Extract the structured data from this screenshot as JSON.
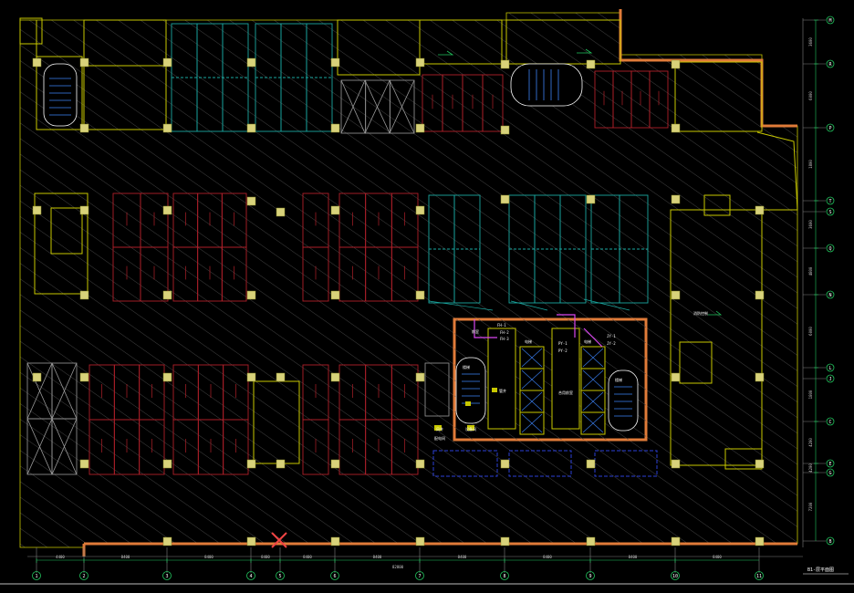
{
  "drawing": {
    "title_tag": "B1-层平面图",
    "colors": {
      "background": "#000000",
      "wall": "#c8c800",
      "hatch": "#4a4a4a",
      "outline_orange": "#e07b39",
      "parking_red": "#b0202a",
      "parking_teal": "#1aa7a0",
      "axis_green": "#22c55e",
      "stair_blue": "#3b82f6",
      "column": "#d8d27a",
      "blue_dash": "#2b3fd6",
      "magenta": "#d946ef",
      "cross_red": "#ef4444"
    },
    "axes_horizontal": [
      "1",
      "2",
      "3",
      "4",
      "5",
      "6",
      "7",
      "8",
      "9",
      "10",
      "11"
    ],
    "axes_vertical": [
      "M",
      "R",
      "P",
      "T",
      "S",
      "Q",
      "N",
      "L",
      "J",
      "C",
      "E",
      "G",
      "B"
    ],
    "dimensions_bottom": [
      "4400",
      "8400",
      "8400",
      "8400",
      "8400",
      "8400",
      "8400",
      "8400",
      "8400",
      "8400"
    ],
    "overall_dimension": "82800",
    "dimensions_right": [
      "3600",
      "6000",
      "1800",
      "3600",
      "4800",
      "6000",
      "1800",
      "4200",
      "4200",
      "7200"
    ],
    "room_labels": [
      "前室",
      "电梯",
      "电梯",
      "管井",
      "楼梯",
      "楼梯",
      "合用前室",
      "风井",
      "设备间",
      "配电间",
      "消防控制"
    ],
    "callouts": [
      "FH-1",
      "FH-2",
      "FH-3",
      "PY-1",
      "PY-2",
      "JY-1",
      "JY-2"
    ]
  }
}
